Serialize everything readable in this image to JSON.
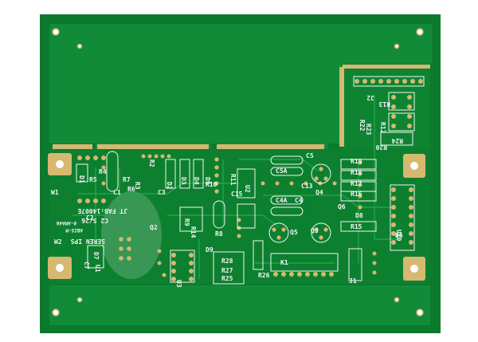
{
  "board": {
    "substrate_color": "#0b7a2c",
    "mask_color": "#108a36",
    "mask_light": "#1a9c42",
    "pad_color": "#d6b870",
    "silk_color": "#f4f4f4"
  },
  "silkscreen": {
    "labels": [
      "J2",
      "R13",
      "R12",
      "R22",
      "R23",
      "R20",
      "R24",
      "R19",
      "R18",
      "R17",
      "R16",
      "R15",
      "U10",
      "Q6",
      "D8",
      "D6",
      "C5",
      "C5A",
      "C13",
      "Q4",
      "C4",
      "C4A",
      "Q5",
      "Q3",
      "K1",
      "J1",
      "C1",
      "D1",
      "R4",
      "R5",
      "R3",
      "R7",
      "R6",
      "R2",
      "D2",
      "D3",
      "D4",
      "D5",
      "R10",
      "R11",
      "U2",
      "C2",
      "C15",
      "U3",
      "R9",
      "R14",
      "R8",
      "R25",
      "R27",
      "R28",
      "D9",
      "R26",
      "U1",
      "C3",
      "C7",
      "D7",
      "W1",
      "W2",
      "Q2"
    ],
    "marking_lines": [
      "JT FAB:14007E",
      "SEREN IPS",
      "ABIS-M",
      "C2 S/26",
      "0-AMA46"
    ]
  }
}
